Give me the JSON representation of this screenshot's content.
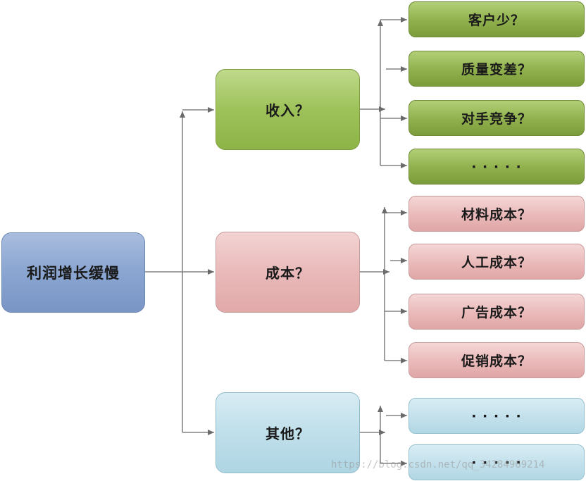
{
  "root": {
    "label": "利润增长缓慢"
  },
  "branches": [
    {
      "label": "收入？",
      "leaves": [
        "客户少？",
        "质量变差？",
        "对手竞争？",
        "· · · · ·"
      ]
    },
    {
      "label": "成本？",
      "leaves": [
        "材料成本？",
        "人工成本？",
        "广告成本？",
        "促销成本？"
      ]
    },
    {
      "label": "其他？",
      "leaves": [
        "· · · · ·",
        "· · · · ·"
      ]
    }
  ],
  "watermark": "https://blog.csdn.net/qq_34284969214",
  "colors": {
    "root": "#8ca7d2",
    "income": "#9ec25a",
    "cost": "#e9b9b9",
    "other": "#bfdfea",
    "connector": "#6b6b6b"
  }
}
